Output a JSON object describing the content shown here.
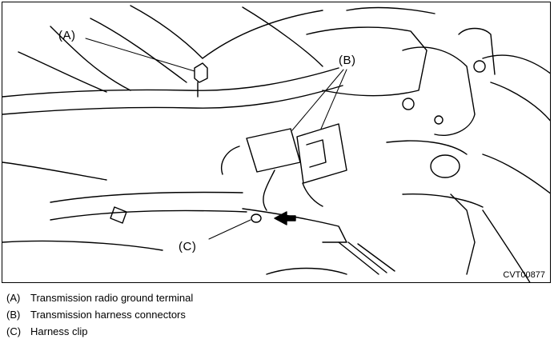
{
  "figure": {
    "callouts": {
      "a": "(A)",
      "b": "(B)",
      "c": "(C)"
    },
    "code": "CVT00877"
  },
  "legend": [
    {
      "key": "(A)",
      "text": "Transmission radio ground terminal"
    },
    {
      "key": "(B)",
      "text": "Transmission harness connectors"
    },
    {
      "key": "(C)",
      "text": "Harness clip"
    }
  ]
}
